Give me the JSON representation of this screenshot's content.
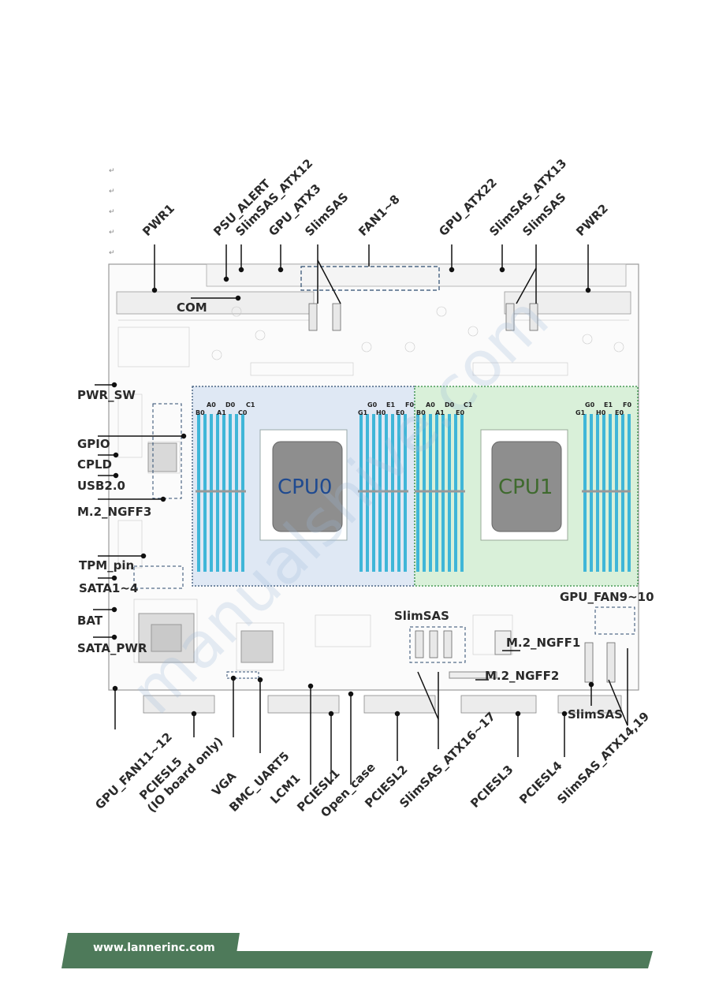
{
  "diagram": {
    "cpus": [
      "CPU0",
      "CPU1"
    ],
    "top_labels": [
      "PWR1",
      "PSU_ALERT",
      "SlimSAS_ATX12",
      "GPU_ATX3",
      "SlimSAS",
      "FAN1~8",
      "GPU_ATX22",
      "SlimSAS_ATX13",
      "SlimSAS",
      "PWR2"
    ],
    "left_labels": [
      "COM",
      "PWR_SW",
      "GPIO",
      "CPLD",
      "USB2.0",
      "M.2_NGFF3",
      "TPM_pin",
      "SATA1~4",
      "BAT",
      "SATA_PWR"
    ],
    "right_labels": [
      "GPU_FAN9~10",
      "SlimSAS",
      "M.2_NGFF1",
      "M.2_NGFF2",
      "SlimSAS"
    ],
    "bottom_labels": [
      "GPU_FAN11~12",
      "PCIESL5",
      "(IO board only)",
      "VGA",
      "BMC_UART5",
      "LCM1",
      "PCIESL1",
      "Open_case",
      "PCIESL2",
      "SlimSAS_ATX16~17",
      "PCIESL3",
      "PCIESL4",
      "SlimSAS_ATX14,19"
    ],
    "dimm_cpu0_left": [
      "A0",
      "D0",
      "B0",
      "A1",
      "C1",
      "C0"
    ],
    "dimm_cpu0_right": [
      "G0",
      "E1",
      "F0",
      "G1",
      "H0",
      "E0"
    ],
    "dimm_cpu1_left": [
      "A0",
      "D0",
      "C1",
      "B0",
      "A1",
      "E0"
    ],
    "dimm_cpu1_right": [
      "G0",
      "E1",
      "F0",
      "G1",
      "H0",
      "E0"
    ],
    "return_mark": "↵"
  },
  "footer": {
    "url": "www.lannerinc.com"
  },
  "colors": {
    "accent": "#4e7a5a",
    "cpu0_zone": "#dfe8f4",
    "cpu1_zone": "#d9f0d9",
    "dimm": "#3fb6d8"
  }
}
